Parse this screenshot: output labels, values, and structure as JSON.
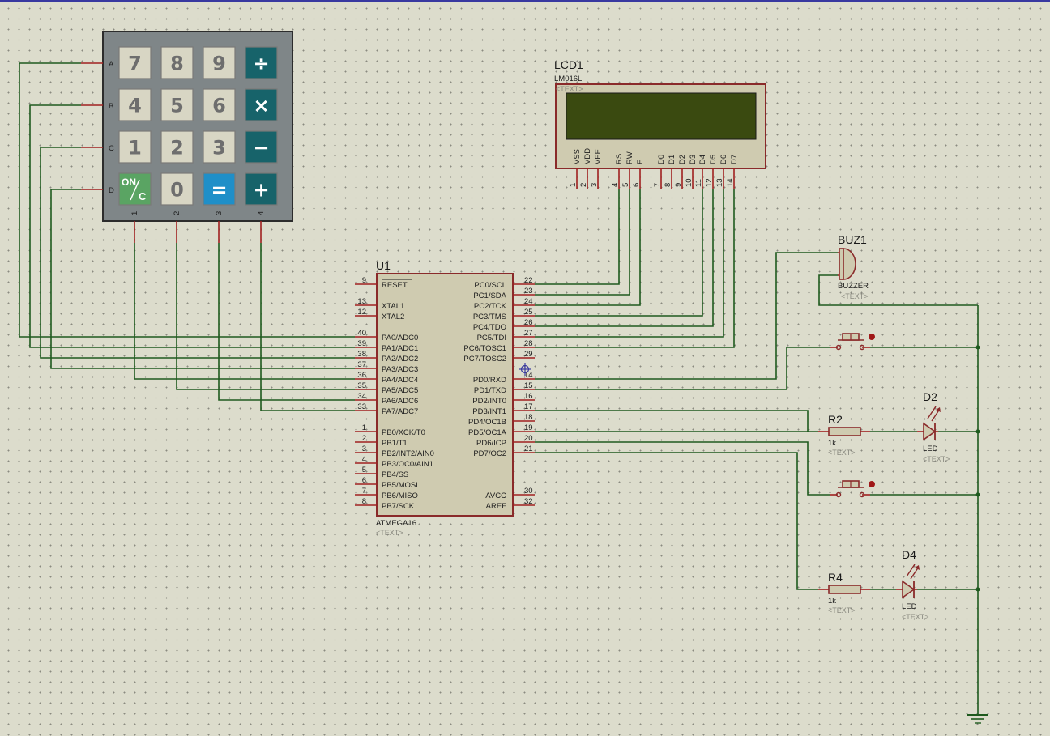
{
  "keypad": {
    "rows": [
      "A",
      "B",
      "C",
      "D"
    ],
    "cols": [
      "1",
      "2",
      "3",
      "4"
    ],
    "keys": [
      "7",
      "8",
      "9",
      "÷",
      "4",
      "5",
      "6",
      "×",
      "1",
      "2",
      "3",
      "−",
      "ON/C",
      "0",
      "=",
      "+"
    ]
  },
  "lcd": {
    "ref": "LCD1",
    "value": "LM016L",
    "text": "<TEXT>",
    "pins": [
      {
        "name": "VSS",
        "num": "1"
      },
      {
        "name": "VDD",
        "num": "2"
      },
      {
        "name": "VEE",
        "num": "3"
      },
      {
        "name": "RS",
        "num": "4"
      },
      {
        "name": "RW",
        "num": "5"
      },
      {
        "name": "E",
        "num": "6"
      },
      {
        "name": "D0",
        "num": "7"
      },
      {
        "name": "D1",
        "num": "8"
      },
      {
        "name": "D2",
        "num": "9"
      },
      {
        "name": "D3",
        "num": "10"
      },
      {
        "name": "D4",
        "num": "11"
      },
      {
        "name": "D5",
        "num": "12"
      },
      {
        "name": "D6",
        "num": "13"
      },
      {
        "name": "D7",
        "num": "14"
      }
    ]
  },
  "mcu": {
    "ref": "U1",
    "value": "ATMEGA16",
    "text": "<TEXT>",
    "left_pins": [
      {
        "name": "RESET",
        "num": "9"
      },
      {
        "name": "XTAL1",
        "num": "13"
      },
      {
        "name": "XTAL2",
        "num": "12"
      },
      {
        "name": "PA0/ADC0",
        "num": "40"
      },
      {
        "name": "PA1/ADC1",
        "num": "39"
      },
      {
        "name": "PA2/ADC2",
        "num": "38"
      },
      {
        "name": "PA3/ADC3",
        "num": "37"
      },
      {
        "name": "PA4/ADC4",
        "num": "36"
      },
      {
        "name": "PA5/ADC5",
        "num": "35"
      },
      {
        "name": "PA6/ADC6",
        "num": "34"
      },
      {
        "name": "PA7/ADC7",
        "num": "33"
      },
      {
        "name": "PB0/XCK/T0",
        "num": "1"
      },
      {
        "name": "PB1/T1",
        "num": "2"
      },
      {
        "name": "PB2/INT2/AIN0",
        "num": "3"
      },
      {
        "name": "PB3/OC0/AIN1",
        "num": "4"
      },
      {
        "name": "PB4/SS",
        "num": "5"
      },
      {
        "name": "PB5/MOSI",
        "num": "6"
      },
      {
        "name": "PB6/MISO",
        "num": "7"
      },
      {
        "name": "PB7/SCK",
        "num": "8"
      }
    ],
    "right_pins": [
      {
        "name": "PC0/SCL",
        "num": "22"
      },
      {
        "name": "PC1/SDA",
        "num": "23"
      },
      {
        "name": "PC2/TCK",
        "num": "24"
      },
      {
        "name": "PC3/TMS",
        "num": "25"
      },
      {
        "name": "PC4/TDO",
        "num": "26"
      },
      {
        "name": "PC5/TDI",
        "num": "27"
      },
      {
        "name": "PC6/TOSC1",
        "num": "28"
      },
      {
        "name": "PC7/TOSC2",
        "num": "29"
      },
      {
        "name": "PD0/RXD",
        "num": "14"
      },
      {
        "name": "PD1/TXD",
        "num": "15"
      },
      {
        "name": "PD2/INT0",
        "num": "16"
      },
      {
        "name": "PD3/INT1",
        "num": "17"
      },
      {
        "name": "PD4/OC1B",
        "num": "18"
      },
      {
        "name": "PD5/OC1A",
        "num": "19"
      },
      {
        "name": "PD6/ICP",
        "num": "20"
      },
      {
        "name": "PD7/OC2",
        "num": "21"
      },
      {
        "name": "AVCC",
        "num": "30"
      },
      {
        "name": "AREF",
        "num": "32"
      }
    ]
  },
  "buzzer": {
    "ref": "BUZ1",
    "value": "BUZZER",
    "text": "<TEXT>"
  },
  "resistors": [
    {
      "ref": "R2",
      "value": "1k",
      "text": "<TEXT>"
    },
    {
      "ref": "R4",
      "value": "1k",
      "text": "<TEXT>"
    }
  ],
  "leds": [
    {
      "ref": "D2",
      "value": "LED",
      "text": "<TEXT>"
    },
    {
      "ref": "D4",
      "value": "LED",
      "text": "<TEXT>"
    }
  ],
  "colors": {
    "wire": "#1e5a1e",
    "pin": "#a02020",
    "body": "#cfcbb0",
    "outline": "#8a2a2a",
    "background": "#dcdccc",
    "keypad": "#7f8688",
    "key_gray": "#d8d6c4",
    "key_teal": "#17636a",
    "key_blue": "#1f8fc8",
    "key_green": "#5aa463",
    "lcd_screen": "#3a4a10"
  },
  "icons": {
    "probe": "crosshair-probe-icon",
    "ground": "ground-symbol-icon"
  }
}
